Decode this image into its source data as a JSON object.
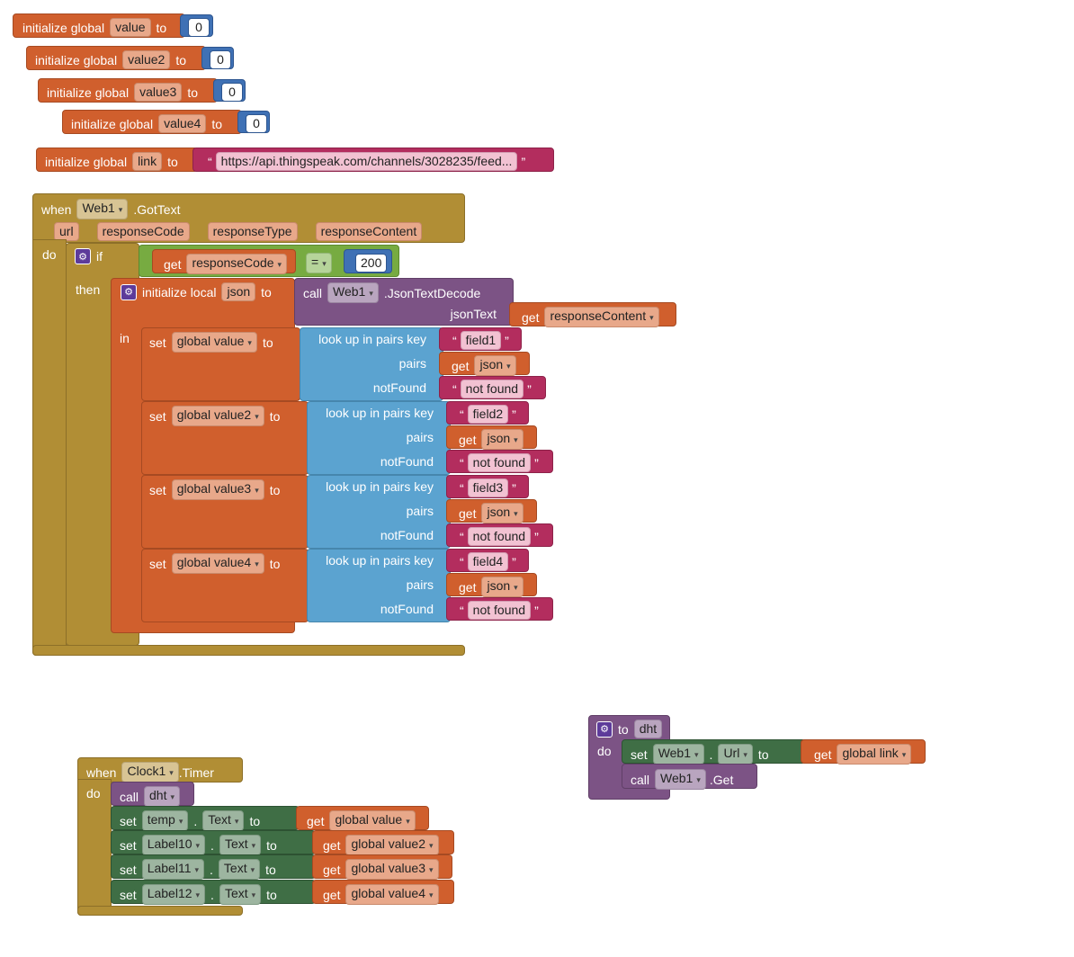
{
  "common": {
    "initialize_global": "initialize global",
    "initialize_local": "initialize local",
    "to": "to",
    "when": "when",
    "do": "do",
    "if": "if",
    "then": "then",
    "in": "in",
    "set": "set",
    "get": "get",
    "call": "call",
    "dot": ".",
    "open_quote": "“",
    "close_quote": "”",
    "lookup": "look up in pairs  key",
    "pairs": "pairs",
    "notFound": "notFound",
    "not_found": "not found",
    "jsonText": "jsonText",
    "eq": "=",
    "dropdown_arrow": "▾"
  },
  "globals": [
    {
      "name": "value",
      "value": "0"
    },
    {
      "name": "value2",
      "value": "0"
    },
    {
      "name": "value3",
      "value": "0"
    },
    {
      "name": "value4",
      "value": "0"
    }
  ],
  "link_global": {
    "name": "link",
    "value": "https://api.thingspeak.com/channels/3028235/feed..."
  },
  "web_event": {
    "component": "Web1",
    "event": ".GotText",
    "params": [
      "url",
      "responseCode",
      "responseType",
      "responseContent"
    ],
    "compare_var": "responseCode",
    "compare_value": "200",
    "local_var": "json",
    "decode_component": "Web1",
    "decode_method": ".JsonTextDecode",
    "content_var": "responseContent",
    "assignments": [
      {
        "target": "global value",
        "key": "field1"
      },
      {
        "target": "global value2",
        "key": "field2"
      },
      {
        "target": "global value3",
        "key": "field3"
      },
      {
        "target": "global value4",
        "key": "field4"
      }
    ]
  },
  "timer_event": {
    "component": "Clock1",
    "event": ".Timer",
    "call_proc": "dht",
    "prop": "Text",
    "sets": [
      {
        "component": "temp",
        "value": "global value"
      },
      {
        "component": "Label10",
        "value": "global value2"
      },
      {
        "component": "Label11",
        "value": "global value3"
      },
      {
        "component": "Label12",
        "value": "global value4"
      }
    ]
  },
  "procedure": {
    "header": "to",
    "name": "dht",
    "component": "Web1",
    "prop": "Url",
    "value": "global link",
    "method": ".Get"
  },
  "colors": {
    "variables": "#d05f2d",
    "control": "#b18e35",
    "logic": "#77ab41",
    "procedures": "#7c5385",
    "components": "#3f6e45",
    "dictionaries": "#5ba3d0",
    "text": "#b32d5e",
    "math": "#3f71b5"
  }
}
